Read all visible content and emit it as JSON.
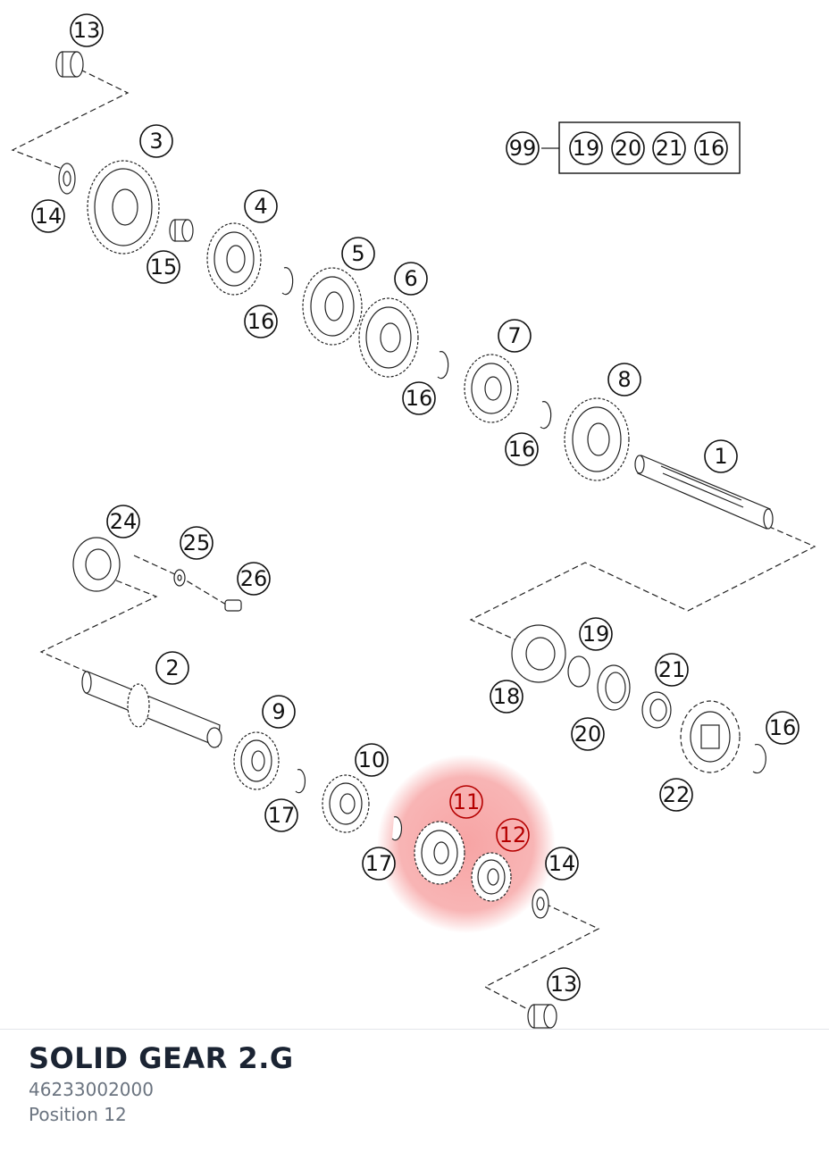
{
  "part": {
    "title": "SOLID GEAR 2.G",
    "number": "46233002000",
    "position": "Position 12"
  },
  "highlight_color": "#f05a5a",
  "diagram": {
    "kit": {
      "label": "99",
      "members": [
        "19",
        "20",
        "21",
        "16"
      ]
    },
    "callouts": [
      "13",
      "3",
      "14",
      "15",
      "4",
      "16",
      "5",
      "6",
      "16",
      "7",
      "8",
      "16",
      "1",
      "24",
      "25",
      "26",
      "2",
      "9",
      "10",
      "17",
      "11",
      "12",
      "17",
      "14",
      "13",
      "19",
      "18",
      "21",
      "20",
      "22",
      "16"
    ],
    "highlighted": [
      "11",
      "12"
    ]
  }
}
